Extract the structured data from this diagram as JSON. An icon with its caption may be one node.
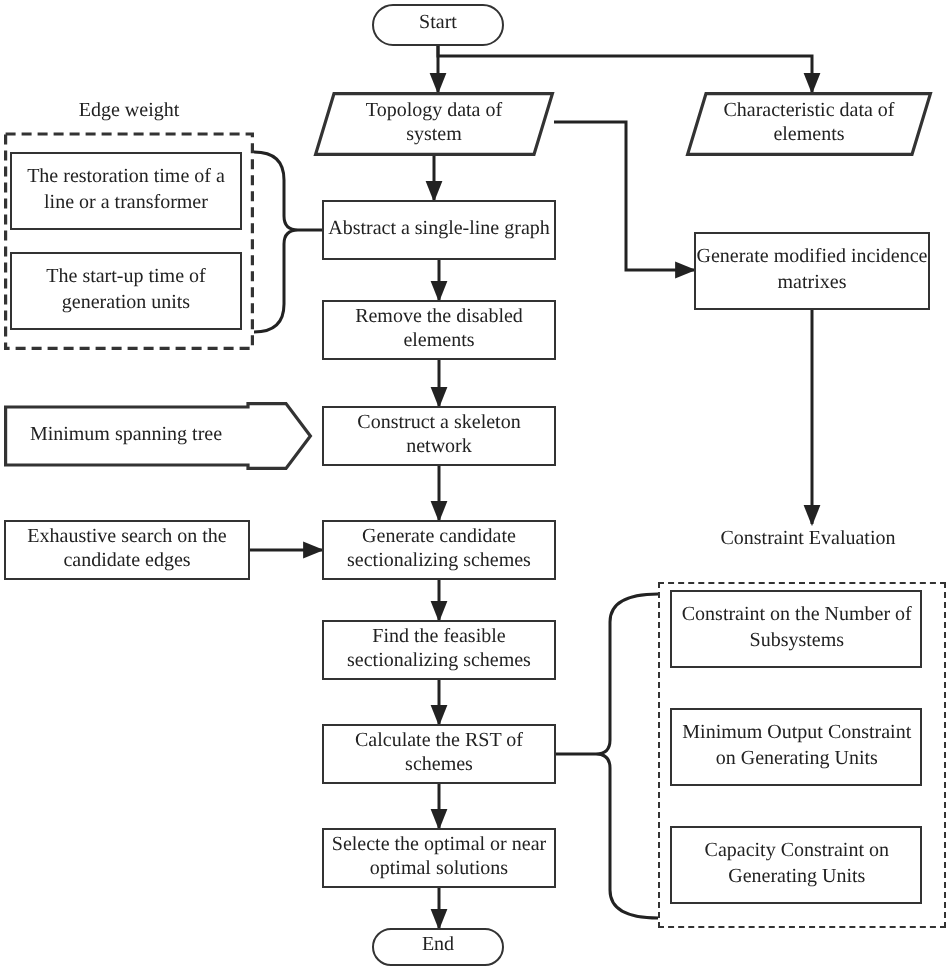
{
  "diagram": {
    "nodes": [
      {
        "text": [
          "Start"
        ]
      },
      {
        "text": [
          "Topology data of system"
        ]
      },
      {
        "text": [
          "Characteristic data of elements"
        ]
      },
      {
        "text": [
          "Edge weight"
        ]
      },
      {
        "text": [
          "The restoration time of a line or a transformer"
        ],
        "in": 3
      },
      {
        "text": [
          "The start-up time of generation units"
        ],
        "in": 3
      },
      {
        "text": [
          "Abstract a single-line graph"
        ]
      },
      {
        "text": [
          "Generate modified incidence matrixes"
        ]
      },
      {
        "text": [
          "Remove the disabled elements"
        ]
      },
      {
        "text": [
          "Minimum spanning tree"
        ]
      },
      {
        "text": [
          "Construct a skeleton network"
        ]
      },
      {
        "text": [
          "Constraint Evaluation"
        ]
      },
      {
        "text": [
          "Exhaustive search on the candidate edges"
        ]
      },
      {
        "text": [
          "Generate candidate sectionalizing schemes"
        ]
      },
      {
        "text": [],
        "shape": "box"
      },
      {
        "text": [
          "Constraint on the Number of Subsystems"
        ],
        "in": 14
      },
      {
        "text": [
          "Minimum Output Constraint on Generating Units"
        ],
        "in": 14
      },
      {
        "text": [
          "Capacity Constraint on Generating Units"
        ],
        "in": 14
      },
      {
        "text": [
          "Find the feasible sectionalizing schemes"
        ]
      },
      {
        "text": [
          "Calculate the RST of schemes"
        ]
      },
      {
        "text": [
          "Selecte the optimal or near optimal solutions"
        ]
      },
      {
        "text": [
          "End"
        ]
      }
    ],
    "edges": [
      {
        "from": 0,
        "to": 1,
        "arrow": "to"
      },
      {
        "from": 0,
        "to": 2,
        "arrow": "to"
      },
      {
        "from": 1,
        "to": 6,
        "arrow": "to"
      },
      {
        "from": 6,
        "to": 8,
        "arrow": "to"
      },
      {
        "from": 8,
        "to": 10,
        "arrow": "to"
      },
      {
        "from": 10,
        "to": 13,
        "arrow": "to"
      },
      {
        "from": 13,
        "to": 18,
        "arrow": "to"
      },
      {
        "from": 18,
        "to": 19,
        "arrow": "to"
      },
      {
        "from": 19,
        "to": 20,
        "arrow": "to"
      },
      {
        "from": 20,
        "to": 21,
        "arrow": "to"
      },
      {
        "from": 1,
        "to": 7,
        "arrow": "to"
      },
      {
        "from": 7,
        "to": 11,
        "arrow": "to"
      },
      {
        "from": 12,
        "to": 13,
        "arrow": "to"
      },
      {
        "from": 3,
        "to": 6,
        "arrow": "none"
      },
      {
        "from": 14,
        "to": 19,
        "arrow": "none"
      }
    ]
  }
}
